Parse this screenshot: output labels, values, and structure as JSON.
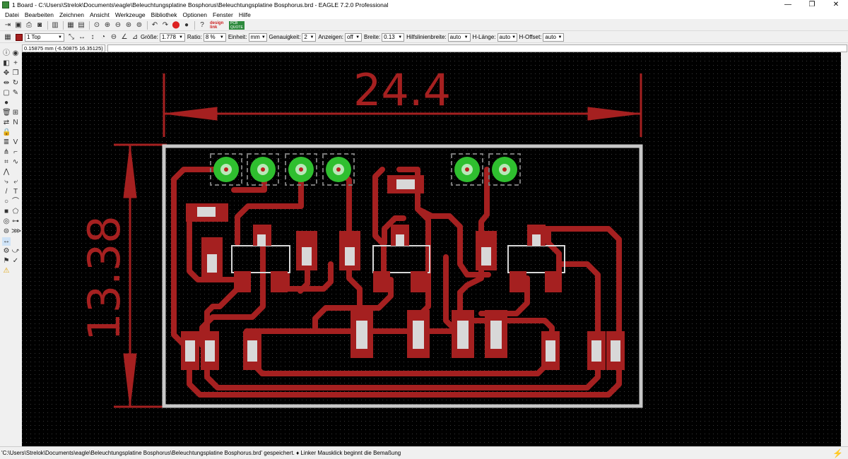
{
  "window": {
    "title": "1 Board - C:\\Users\\Strelok\\Documents\\eagle\\Beleuchtungsplatine Bosphorus\\Beleuchtungsplatine Bosphorus.brd - EAGLE 7.2.0 Professional",
    "minimize": "—",
    "maximize": "❐",
    "close": "✕"
  },
  "menu": [
    "Datei",
    "Bearbeiten",
    "Zeichnen",
    "Ansicht",
    "Werkzeuge",
    "Bibliothek",
    "Optionen",
    "Fenster",
    "Hilfe"
  ],
  "toolbar1": {
    "icons": [
      "open-icon",
      "save-icon",
      "print-icon",
      "cam-icon",
      "board-icon",
      "schematic-icon",
      "library-icon",
      "zoom-fit-icon",
      "zoom-in-icon",
      "zoom-out-icon",
      "zoom-redraw-icon",
      "zoom-area-icon",
      "undo-icon",
      "redo-icon",
      "stop-icon",
      "go-icon",
      "help-icon"
    ],
    "logo_design_link": "design link",
    "logo_pcb_quote": "PCB QUOTE"
  },
  "toolbar2": {
    "layer": "1 Top",
    "size_label": "Größe:",
    "size_value": "1.778",
    "ratio_label": "Ratio:",
    "ratio_value": "8 %",
    "unit_label": "Einheit:",
    "unit_value": "mm",
    "precision_label": "Genauigkeit:",
    "precision_value": "2",
    "display_label": "Anzeigen:",
    "display_value": "off",
    "width_label": "Breite:",
    "width_value": "0.13",
    "extwidth_label": "Hilfslinienbreite:",
    "extwidth_value": "auto",
    "extlength_label": "H-Länge:",
    "extlength_value": "auto",
    "extoffset_label": "H-Offset:",
    "extoffset_value": "auto"
  },
  "coords": "0.15875 mm (-6.50875 16.35125)",
  "status": "'C:\\Users\\Strelok\\Documents\\eagle\\Beleuchtungsplatine Bosphorus\\Beleuchtungsplatine Bosphorus.brd' gespeichert.  ♦ Linker Mausklick beginnt die Bemaßung",
  "board": {
    "dim_width": "24.4",
    "dim_height": "13.38",
    "trace_color": "#a52020",
    "pad_color": "#2fbf2f",
    "outline_color": "#c8c8c8"
  }
}
